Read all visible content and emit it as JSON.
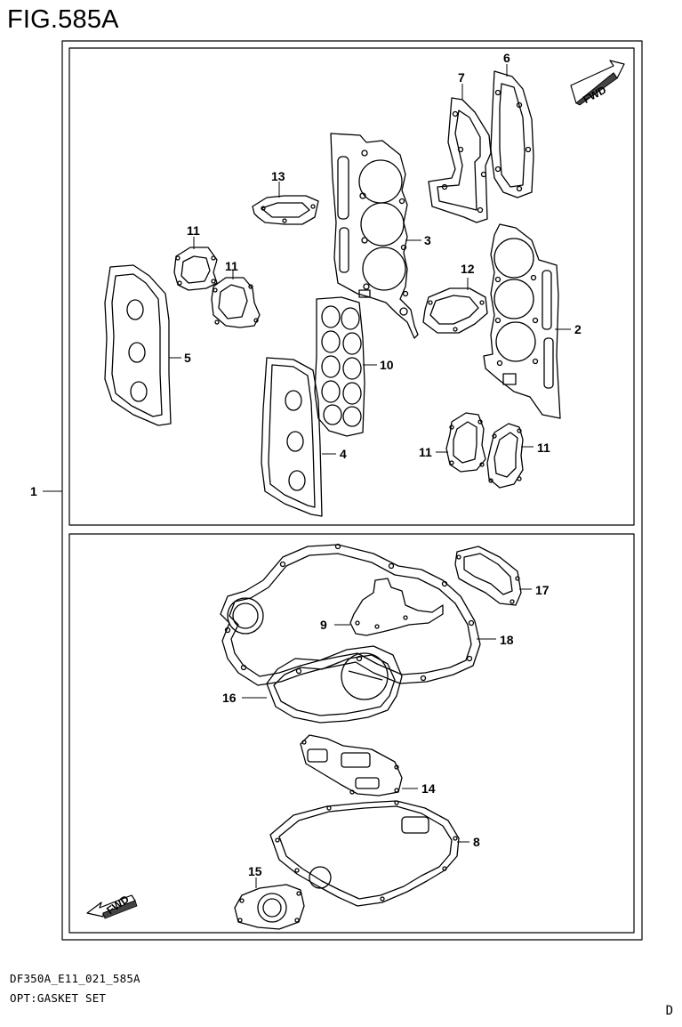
{
  "figure": {
    "title": "FIG.585A"
  },
  "fwd_label": "FWD",
  "callouts": {
    "c1": "1",
    "c2": "2",
    "c3": "3",
    "c4": "4",
    "c5": "5",
    "c6": "6",
    "c7": "7",
    "c8": "8",
    "c9": "9",
    "c10": "10",
    "c11": "11",
    "c12": "12",
    "c13": "13",
    "c14": "14",
    "c15": "15",
    "c16": "16",
    "c17": "17",
    "c18": "18"
  },
  "footer": {
    "code": "DF350A_E11_021_585A",
    "description": "OPT:GASKET SET",
    "page_mark": "D"
  }
}
